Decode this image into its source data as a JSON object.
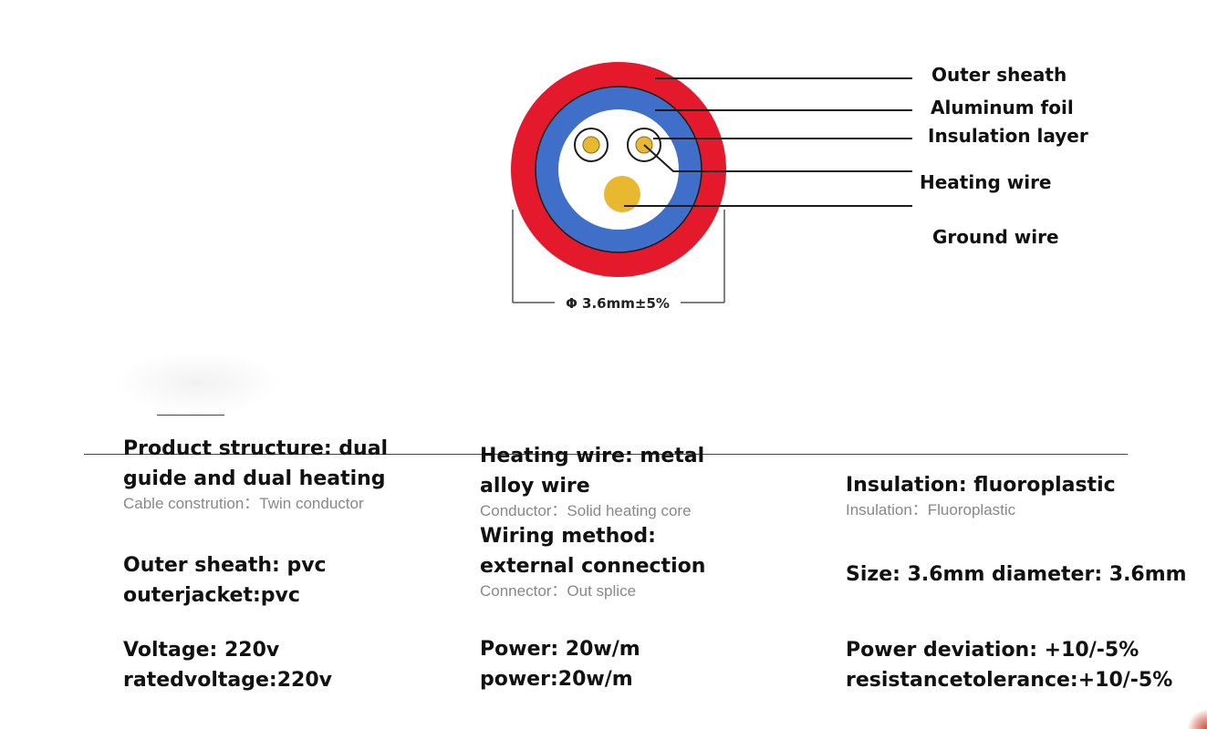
{
  "diagram": {
    "dimension_label": "Φ 3.6mm±5%",
    "callouts": [
      "Outer sheath",
      "Aluminum foil",
      "Insulation layer",
      "Heating wire",
      "Ground wire"
    ],
    "colors": {
      "outer_sheath": "#e5192c",
      "aluminum_foil": "#3f6fc9",
      "insulation": "#ffffff",
      "conductor": "#e8b830"
    }
  },
  "specs": {
    "col1": [
      {
        "main": "Product structure: dual guide and dual heating",
        "sub": "Cable constrution：Twin conductor"
      },
      {
        "main": "Outer sheath: pvc\nouterjacket:pvc",
        "sub": ""
      },
      {
        "main": "Voltage: 220v\nratedvoltage:220v",
        "sub": ""
      }
    ],
    "col2": [
      {
        "main": "Heating wire: metal alloy wire",
        "sub": "Conductor：Solid heating core"
      },
      {
        "main": "Wiring method: external connection",
        "sub": "Connector：Out splice"
      },
      {
        "main": "Power: 20w/m\npower:20w/m",
        "sub": ""
      }
    ],
    "col3": [
      {
        "main": "Insulation: fluoroplastic",
        "sub": "Insulation：Fluoroplastic"
      },
      {
        "main": "Size: 3.6mm diameter: 3.6mm",
        "sub": ""
      },
      {
        "main": "Power deviation: +10/-5%\nresistancetolerance:+10/-5%",
        "sub": ""
      }
    ]
  }
}
